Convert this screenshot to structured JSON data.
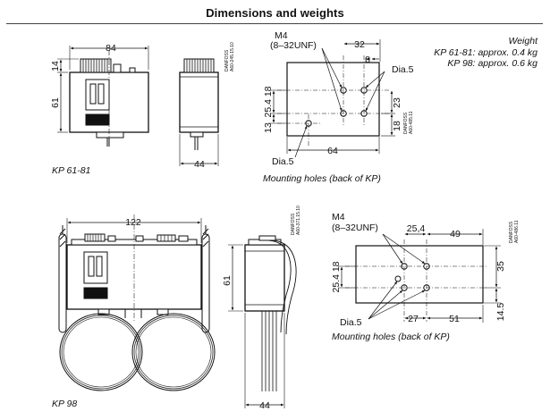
{
  "title": "Dimensions and weights",
  "weight": {
    "heading": "Weight",
    "line1": "KP 61-81: approx. 0.4 kg",
    "line2": "KP 98: approx. 0.6 kg"
  },
  "captions": {
    "kp6181": "KP 61-81",
    "kp98": "KP 98",
    "mount_top": "Mounting holes (back of KP)",
    "mount_bottom": "Mounting holes (back of KP)"
  },
  "top_front": {
    "width": "84",
    "cap_height": "14",
    "height": "61"
  },
  "top_side": {
    "depth": "44",
    "code1": "DANFOSS",
    "code2": "A60-245.15.10"
  },
  "top_mount": {
    "thread1": "M4",
    "thread2": "(8–32UNF)",
    "dim_32": "32",
    "dim_8": "8",
    "dia_right": "Dia.5",
    "dim_25_4": "25.4",
    "dim_18_left": "18",
    "dim_13": "13",
    "dim_23": "23",
    "dim_18_right": "18",
    "dim_64": "64",
    "dia_bottom": "Dia.5",
    "code1": "DANFOSS",
    "code2": "A60-485.11"
  },
  "bottom_front": {
    "width": "122"
  },
  "bottom_side": {
    "height": "61",
    "depth": "44",
    "code1": "DANFOSS",
    "code2": "A60-371.15.10"
  },
  "bottom_mount": {
    "thread1": "M4",
    "thread2": "(8–32UNF)",
    "dim_25_4_top": "25,4",
    "dim_49": "49",
    "dim_25_4_left": "25.4",
    "dim_18": "18",
    "dim_35": "35",
    "dim_14_5": "14.5",
    "dim_27": "27",
    "dim_51": "51",
    "dia": "Dia.5",
    "code1": "DANFOSS",
    "code2": "A60-486.11"
  },
  "logo_text": "Danfoss"
}
